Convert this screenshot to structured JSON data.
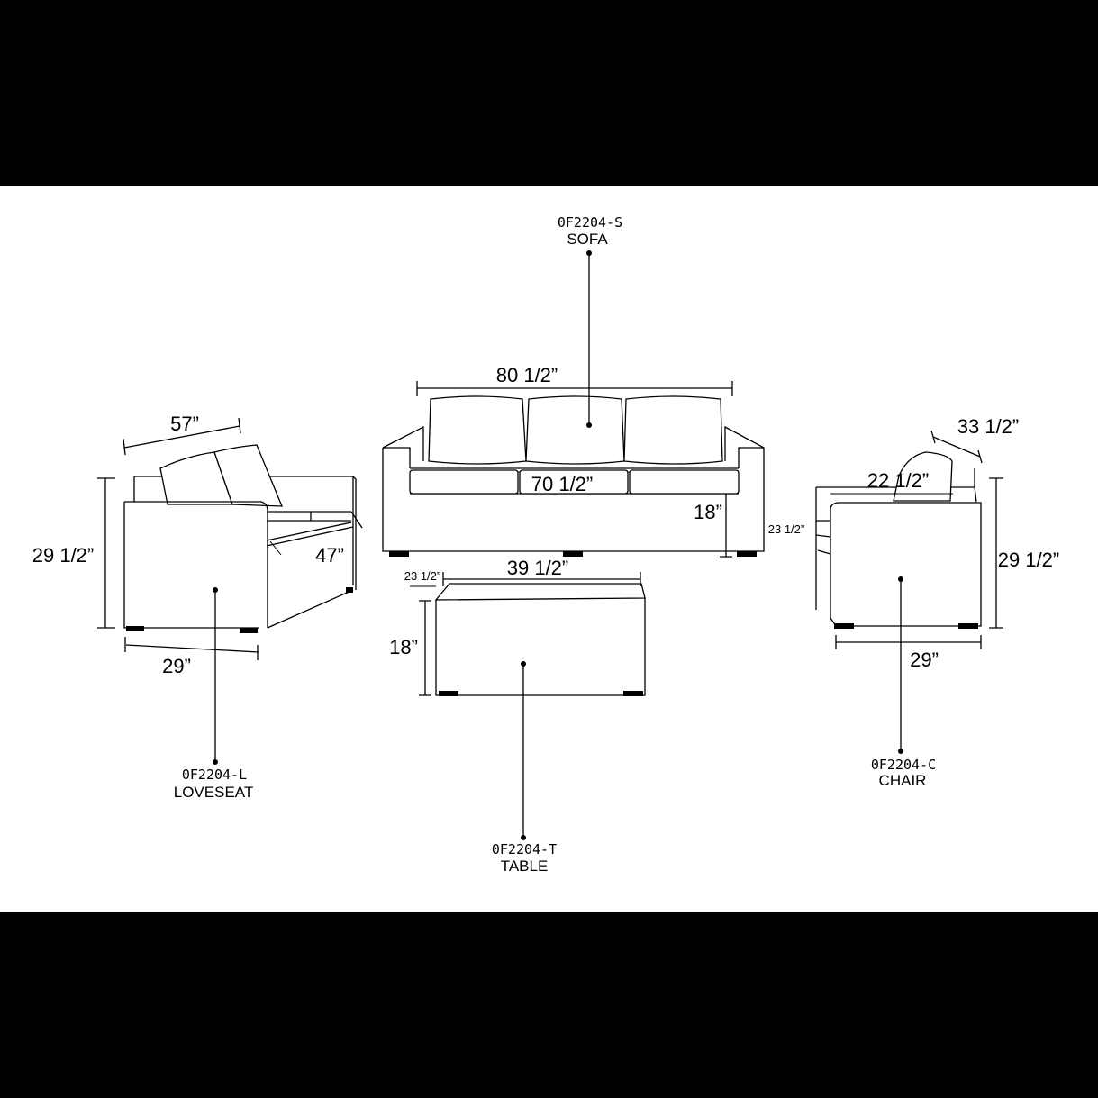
{
  "colors": {
    "background": "#000000",
    "sheet": "#ffffff",
    "ink": "#000000"
  },
  "sofa": {
    "code": "0F2204-S",
    "name": "SOFA",
    "dim_width": "80 1/2”",
    "dim_seat_width": "70 1/2”",
    "dim_seat_height": "18”"
  },
  "loveseat": {
    "code": "0F2204-L",
    "name": "LOVESEAT",
    "dim_width": "57”",
    "dim_height": "29 1/2”",
    "dim_seat": "47”",
    "dim_depth": "29”"
  },
  "table": {
    "code": "0F2204-T",
    "name": "TABLE",
    "dim_width": "39 1/2”",
    "dim_depth": "23 1/2”",
    "dim_height": "18”"
  },
  "chair": {
    "code": "0F2204-C",
    "name": "CHAIR",
    "dim_width": "33 1/2”",
    "dim_seat_width": "22 1/2”",
    "dim_seat_depth": "23 1/2”",
    "dim_height": "29 1/2”",
    "dim_depth": "29”"
  }
}
